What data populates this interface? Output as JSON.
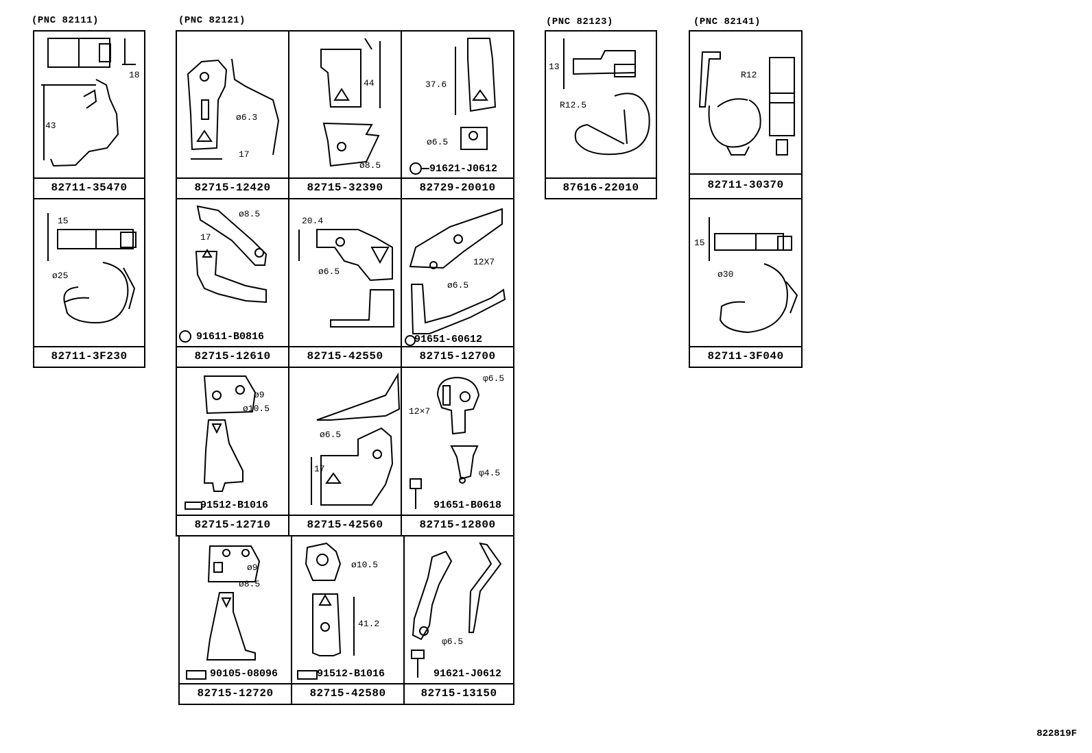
{
  "groups": [
    {
      "pnc": "(PNC 82111)"
    },
    {
      "pnc": "(PNC 82121)"
    },
    {
      "pnc": "(PNC 82123)"
    },
    {
      "pnc": "(PNC 82141)"
    }
  ],
  "parts": {
    "p1": {
      "number": "82711-35470",
      "dims": [
        "18",
        "43"
      ]
    },
    "p2": {
      "number": "82711-3F230",
      "dims": [
        "15",
        "ø25"
      ]
    },
    "p3": {
      "number": "82715-12420",
      "dims": [
        "ø6.3",
        "17"
      ]
    },
    "p4": {
      "number": "82715-32390",
      "dims": [
        "44",
        "ø8.5"
      ]
    },
    "p5": {
      "number": "82729-20010",
      "dims": [
        "37.6",
        "ø6.5"
      ],
      "bolt": "91621-J0612"
    },
    "p6": {
      "number": "87616-22010",
      "dims": [
        "13",
        "R12.5"
      ]
    },
    "p7": {
      "number": "82711-30370",
      "dims": [
        "R12"
      ]
    },
    "p8": {
      "number": "82711-3F040",
      "dims": [
        "15",
        "ø30"
      ]
    },
    "p9": {
      "number": "82715-12610",
      "dims": [
        "ø8.5",
        "17"
      ],
      "bolt": "91611-B0816"
    },
    "p10": {
      "number": "82715-42550",
      "dims": [
        "20.4",
        "ø6.5"
      ]
    },
    "p11": {
      "number": "82715-12700",
      "dims": [
        "12X7",
        "ø6.5"
      ],
      "bolt": "91651-60612"
    },
    "p12": {
      "number": "82715-12710",
      "dims": [
        "ø9",
        "ø10.5"
      ],
      "bolt": "91512-B1016"
    },
    "p13": {
      "number": "82715-42560",
      "dims": [
        "ø6.5",
        "17"
      ]
    },
    "p14": {
      "number": "82715-12800",
      "dims": [
        "φ6.5",
        "12×7",
        "φ4.5"
      ],
      "bolt": "91651-B0618"
    },
    "p15": {
      "number": "82715-12720",
      "dims": [
        "ø9",
        "ø8.5"
      ],
      "bolt": "90105-08096"
    },
    "p16": {
      "number": "82715-42580",
      "dims": [
        "ø10.5",
        "41.2"
      ],
      "bolt": "91512-B1016"
    },
    "p17": {
      "number": "82715-13150",
      "dims": [
        "φ6.5"
      ],
      "bolt": "91621-J0612"
    }
  },
  "figure_id": "822819F"
}
